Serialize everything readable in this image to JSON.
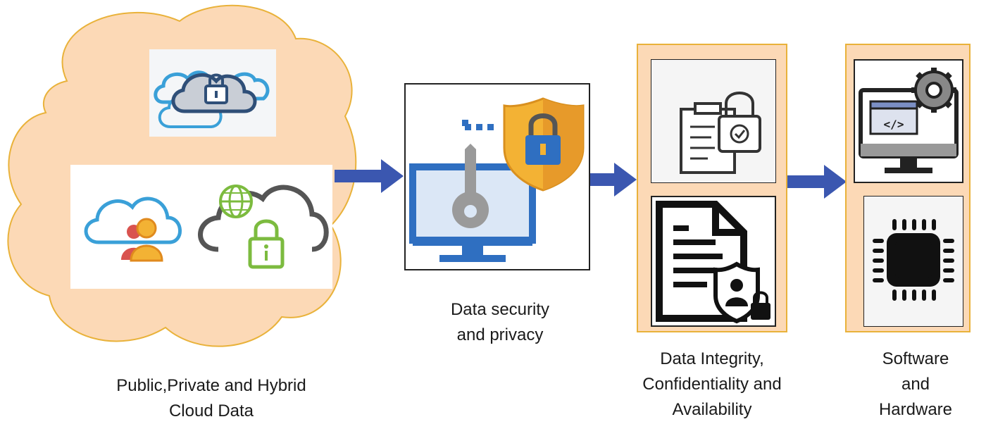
{
  "colors": {
    "cloud_fill": "#fcd9b6",
    "cloud_stroke": "#e9b23a",
    "arrow": "#3b57b0",
    "blue_cloud": "#3aa0d8",
    "dark_cloud": "#2f4f78",
    "lock_green": "#7cbb3f",
    "shield": "#f3b234",
    "monitor_blue": "#2f6fc1"
  },
  "labels": {
    "cloud_data": [
      "Public,Private and Hybrid",
      "Cloud Data"
    ],
    "security": [
      "Data security",
      "and privacy"
    ],
    "integrity": [
      "Data Integrity,",
      "Confidentiality and",
      "Availability"
    ],
    "software": [
      "Software",
      "and",
      "Hardware"
    ]
  },
  "icons": {
    "cloud_lock": "cloud-lock-icon",
    "cloud_users": "cloud-users-icon",
    "cloud_globe_lock": "cloud-globe-lock-icon",
    "monitor_key_shield": "monitor-key-shield-icon",
    "clipboard_lock": "clipboard-lock-icon",
    "document_shield": "document-shield-icon",
    "monitor_code_gear": "monitor-code-gear-icon",
    "chip": "chip-icon"
  }
}
